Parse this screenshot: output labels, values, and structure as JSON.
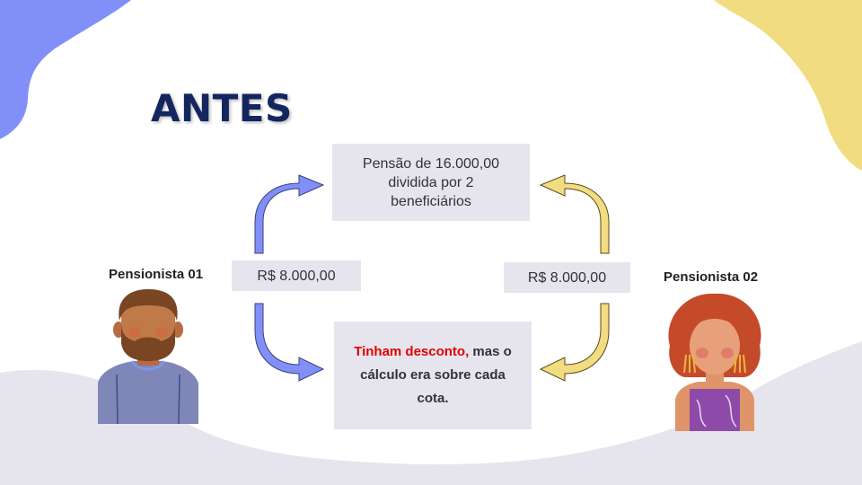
{
  "slide": {
    "title": "ANTES",
    "colors": {
      "title": "#132660",
      "blue_accent": "#8190f8",
      "yellow_accent": "#f2dc82",
      "box_fill": "#e6e5ee",
      "highlight_red": "#e00000"
    }
  },
  "top_box": {
    "line1": "Pensão de 16.000,00",
    "line2": "dividida por 2",
    "line3": "beneficiários"
  },
  "bottom_box": {
    "highlight": "Tinham desconto,",
    "rest": " mas o cálculo era sobre cada cota."
  },
  "pensioners": [
    {
      "label": "Pensionista 01",
      "amount": "R$ 8.000,00",
      "icon": "man-avatar-icon"
    },
    {
      "label": "Pensionista 02",
      "amount": "R$ 8.000,00",
      "icon": "woman-avatar-icon"
    }
  ],
  "arrows": [
    {
      "name": "arrow-left-up",
      "color": "#8190f8"
    },
    {
      "name": "arrow-left-down",
      "color": "#8190f8"
    },
    {
      "name": "arrow-right-up",
      "color": "#f2dc82"
    },
    {
      "name": "arrow-right-down",
      "color": "#f2dc82"
    }
  ]
}
